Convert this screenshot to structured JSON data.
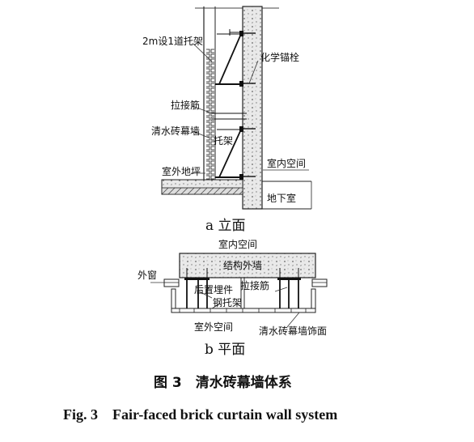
{
  "elevation": {
    "label_bracket_spacing": "2m设1道托架",
    "label_chemical_anchor": "化学锚栓",
    "label_tie_bar": "拉接筋",
    "label_brick_wall": "清水砖幕墙",
    "label_bracket": "托架",
    "label_indoor": "室内空间",
    "label_outdoor_floor": "室外地坪",
    "label_basement": "地下室",
    "subcaption": "a 立面"
  },
  "plan": {
    "label_indoor": "室内空间",
    "label_structural_wall": "结构外墙",
    "label_window": "外窗",
    "label_embedded": "后置埋件",
    "label_tie_bar": "拉接筋",
    "label_steel_bracket": "钢托架",
    "label_outdoor": "室外空间",
    "label_finish": "清水砖幕墙饰面",
    "subcaption": "b 平面"
  },
  "caption": {
    "cn": "图 3　清水砖幕墙体系",
    "en": "Fig. 3　Fair-faced brick curtain wall system"
  }
}
